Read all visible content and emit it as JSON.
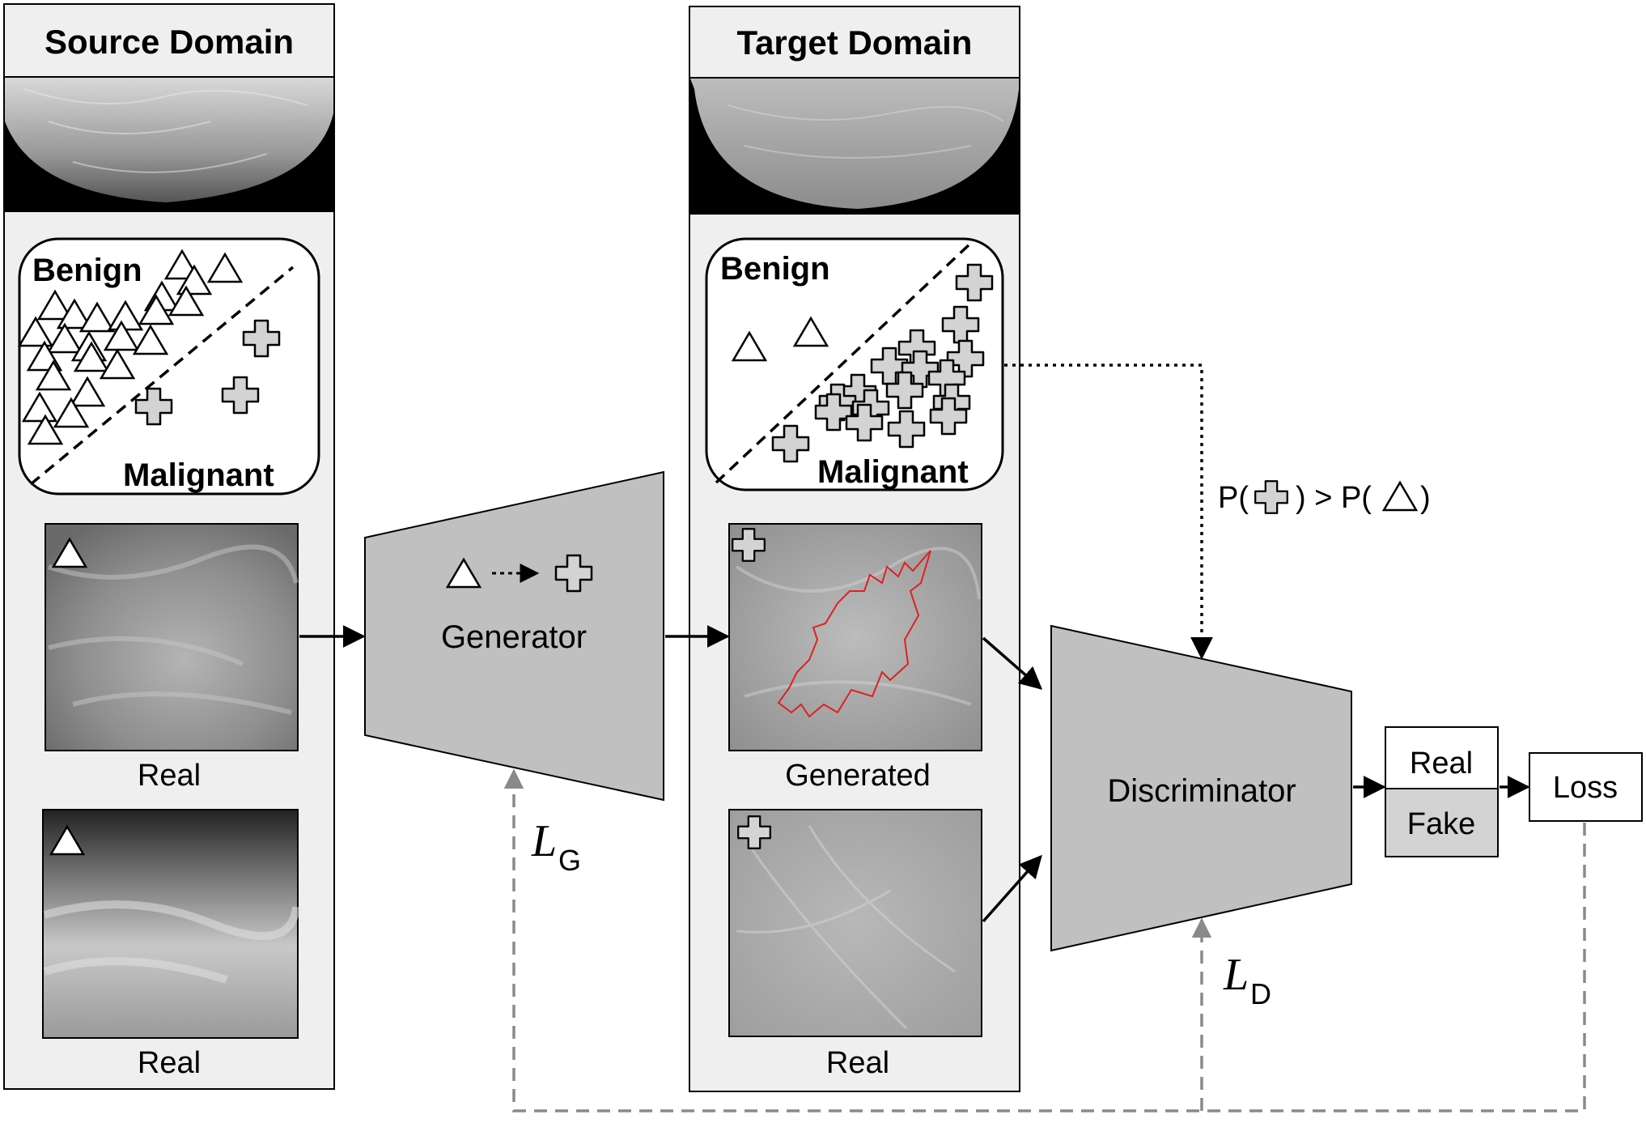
{
  "source_panel": {
    "title": "Source Domain",
    "scatter": {
      "benign_label": "Benign",
      "malignant_label": "Malignant"
    },
    "patch_labels": [
      "Real",
      "Real"
    ]
  },
  "target_panel": {
    "title": "Target Domain",
    "scatter": {
      "benign_label": "Benign",
      "malignant_label": "Malignant"
    },
    "patch_labels": [
      "Generated",
      "Real"
    ]
  },
  "generator": {
    "label": "Generator"
  },
  "discriminator": {
    "label": "Discriminator"
  },
  "condition": {
    "prefix": "P(",
    "middle": ") > P(",
    "suffix": ")"
  },
  "outputs": {
    "real": "Real",
    "fake": "Fake"
  },
  "loss": {
    "label": "Loss"
  },
  "loss_terms": {
    "generator": {
      "symbol": "L",
      "subscript": "G"
    },
    "discriminator": {
      "symbol": "L",
      "subscript": "D"
    }
  },
  "colors": {
    "panel_bg": "#efefef",
    "block_fill": "#c0c0c0",
    "cross_fill": "#d3d3d3",
    "feedback_line": "#8a8a8a",
    "contour": "#e02020"
  },
  "icons": {
    "benign": "triangle-icon",
    "malignant": "cross-icon"
  }
}
